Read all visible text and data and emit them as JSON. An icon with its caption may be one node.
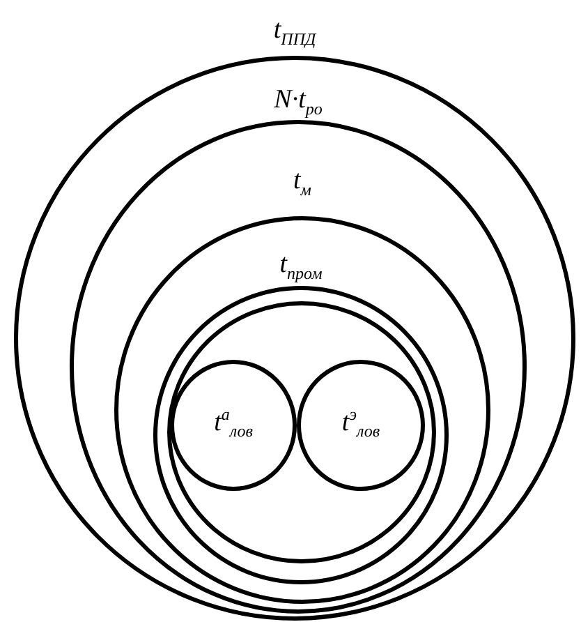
{
  "diagram": {
    "nodes": [
      {
        "text": [
          "t$_{ППД}$"
        ]
      },
      {
        "text": [
          "N·t$_{ро}$"
        ],
        "in": 0
      },
      {
        "text": [
          "t$_{м}$"
        ],
        "in": 1
      },
      {
        "text": [
          "t$_{пром}$"
        ],
        "in": 2
      },
      {
        "text": [],
        "shape": "circle",
        "in": 3
      },
      {
        "text": [
          "t$^{а}$$_{лов}$"
        ],
        "in": 4
      },
      {
        "text": [
          "t$^{э}$$_{лов}$"
        ],
        "in": 4
      }
    ]
  }
}
